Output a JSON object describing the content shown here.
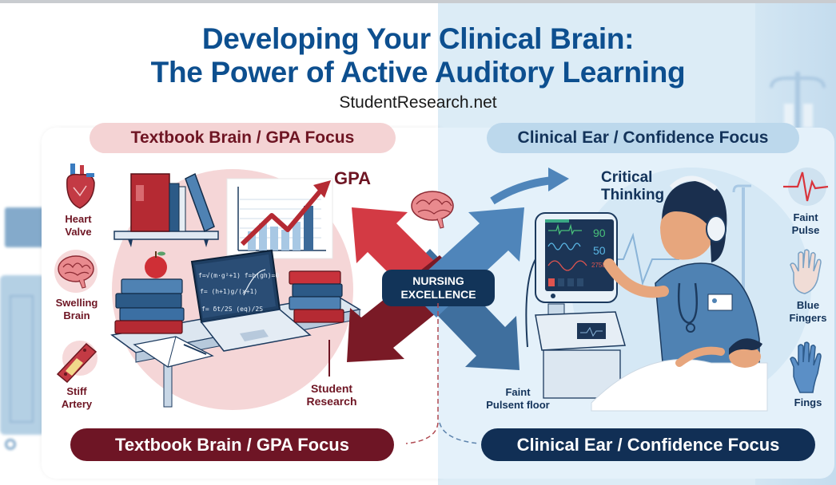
{
  "header": {
    "title_line1": "Developing Your Clinical Brain:",
    "title_line2": "The Power of Active Auditory Learning",
    "site": "StudentResearch.net"
  },
  "left_panel": {
    "top_label": "Textbook Brain / GPA Focus",
    "bottom_label": "Textbook Brain / GPA Focus",
    "gpa_label": "GPA",
    "student_research_label_line1": "Student",
    "student_research_label_line2": "Research",
    "side_items": [
      {
        "icon": "heart-icon",
        "line1": "Heart",
        "line2": "Valve"
      },
      {
        "icon": "brain-icon",
        "line1": "Swelling",
        "line2": "Brain"
      },
      {
        "icon": "artery-icon",
        "line1": "Stiff",
        "line2": "Artery"
      }
    ],
    "laptop_formulas": [
      "f = √(m·g² + 1)",
      "f = h(gh) = 0",
      "f = (h+1)(g)/(x+1)",
      "f = δt/2S",
      "(eqn·ag)/2S"
    ]
  },
  "right_panel": {
    "top_label": "Clinical Ear / Confidence Focus",
    "bottom_label": "Clinical Ear / Confidence Focus",
    "critical_thinking_line1": "Critical",
    "critical_thinking_line2": "Thinking",
    "faint_pulse_floor_line1": "Faint",
    "faint_pulse_floor_line2": "Pulsent floor",
    "monitor_values": [
      "90",
      "50"
    ],
    "side_items": [
      {
        "icon": "pulse-icon",
        "line1": "Faint",
        "line2": "Pulse"
      },
      {
        "icon": "pale-hand-icon",
        "line1": "Blue",
        "line2": "Fingers"
      },
      {
        "icon": "blue-hand-icon",
        "line1": "Fings",
        "line2": ""
      }
    ]
  },
  "center": {
    "badge_line1": "NURSING",
    "badge_line2": "EXCELLENCE"
  },
  "colors": {
    "title_blue": "#0d4f8f",
    "maroon": "#6e1525",
    "navy": "#112f55",
    "pink_pill": "#f4d3d4",
    "light_blue_pill": "#bcd8ec",
    "arrow_red": "#c9303b",
    "arrow_blue": "#4a7fb5"
  }
}
